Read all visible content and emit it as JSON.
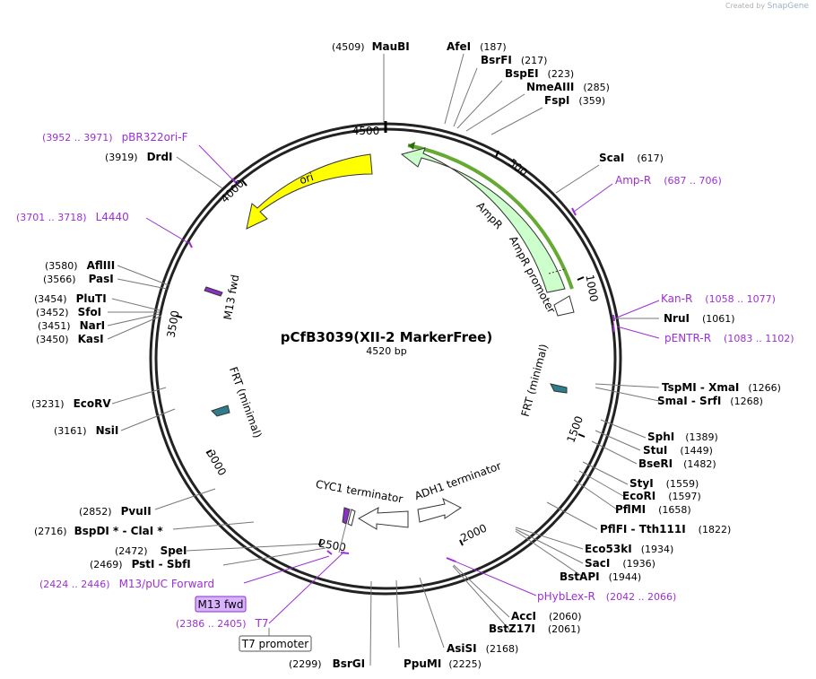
{
  "credit": {
    "prefix": "Created by",
    "brand": "SnapGene"
  },
  "plasmid": {
    "name": "pCfB3039(XII-2 MarkerFree)",
    "length_label": "4520 bp"
  },
  "ticks": [
    "500",
    "1000",
    "1500",
    "2000",
    "2500",
    "3000",
    "3500",
    "4000",
    "4500"
  ],
  "features": {
    "ori": "ori",
    "ampr": "AmpR",
    "ampr_promoter": "AmpR promoter",
    "m13_fwd": "M13 fwd",
    "frt_left": "FRT (minimal)",
    "frt_right": "FRT (minimal)",
    "cyc1": "CYC1 terminator",
    "adh1": "ADH1 terminator"
  },
  "sites": [
    {
      "name": "MauBI",
      "pos": "(4509)"
    },
    {
      "name": "AfeI",
      "pos": "(187)"
    },
    {
      "name": "BsrFI",
      "pos": "(217)"
    },
    {
      "name": "BspEI",
      "pos": "(223)"
    },
    {
      "name": "NmeAIII",
      "pos": "(285)"
    },
    {
      "name": "FspI",
      "pos": "(359)"
    },
    {
      "name": "ScaI",
      "pos": "(617)"
    },
    {
      "name": "NruI",
      "pos": "(1061)"
    },
    {
      "name": "TspMI  -  XmaI",
      "pos": "(1266)"
    },
    {
      "name": "SmaI  -  SrfI",
      "pos": "(1268)"
    },
    {
      "name": "SphI",
      "pos": "(1389)"
    },
    {
      "name": "StuI",
      "pos": "(1449)"
    },
    {
      "name": "BseRI",
      "pos": "(1482)"
    },
    {
      "name": "StyI",
      "pos": "(1559)"
    },
    {
      "name": "EcoRI",
      "pos": "(1597)"
    },
    {
      "name": "PflMI",
      "pos": "(1658)"
    },
    {
      "name": "PflFI  -  Tth111I",
      "pos": "(1822)"
    },
    {
      "name": "Eco53kI",
      "pos": "(1934)"
    },
    {
      "name": "SacI",
      "pos": "(1936)"
    },
    {
      "name": "BstAPI",
      "pos": "(1944)"
    },
    {
      "name": "AccI",
      "pos": "(2060)"
    },
    {
      "name": "BstZ17I",
      "pos": "(2061)"
    },
    {
      "name": "AsiSI",
      "pos": "(2168)"
    },
    {
      "name": "PpuMI",
      "pos": "(2225)"
    },
    {
      "name": "BsrGI",
      "pos": "(2299)"
    },
    {
      "name": "SpeI",
      "pos": "(2472)"
    },
    {
      "name": "PstI  -  SbfI",
      "pos": "(2469)"
    },
    {
      "name": "BspDI *  -  ClaI *",
      "pos": "(2716)"
    },
    {
      "name": "PvuII",
      "pos": "(2852)"
    },
    {
      "name": "NsiI",
      "pos": "(3161)"
    },
    {
      "name": "EcoRV",
      "pos": "(3231)"
    },
    {
      "name": "KasI",
      "pos": "(3450)"
    },
    {
      "name": "NarI",
      "pos": "(3451)"
    },
    {
      "name": "SfoI",
      "pos": "(3452)"
    },
    {
      "name": "PluTI",
      "pos": "(3454)"
    },
    {
      "name": "PasI",
      "pos": "(3566)"
    },
    {
      "name": "AflIII",
      "pos": "(3580)"
    },
    {
      "name": "DrdI",
      "pos": "(3919)"
    }
  ],
  "primers": [
    {
      "name": "pBR322ori-F",
      "pos": "(3952 .. 3971)"
    },
    {
      "name": "L4440",
      "pos": "(3701 .. 3718)"
    },
    {
      "name": "Amp-R",
      "pos": "(687 .. 706)"
    },
    {
      "name": "Kan-R",
      "pos": "(1058 .. 1077)"
    },
    {
      "name": "pENTR-R",
      "pos": "(1083 .. 1102)"
    },
    {
      "name": "pHybLex-R",
      "pos": "(2042 .. 2066)"
    },
    {
      "name": "M13/pUC Forward",
      "pos": "(2424 .. 2446)"
    },
    {
      "name": "T7",
      "pos": "(2386 .. 2405)"
    }
  ],
  "boxed_labels": {
    "m13_fwd": "M13 fwd",
    "t7_promoter": "T7 promoter"
  },
  "colors": {
    "primer": "#9c2fd6",
    "ori": "#ffff00",
    "ampr": "#ccffcc",
    "frt": "#2e7d8c",
    "m13": "#8b2fc9",
    "highlight": "#66aa33"
  }
}
